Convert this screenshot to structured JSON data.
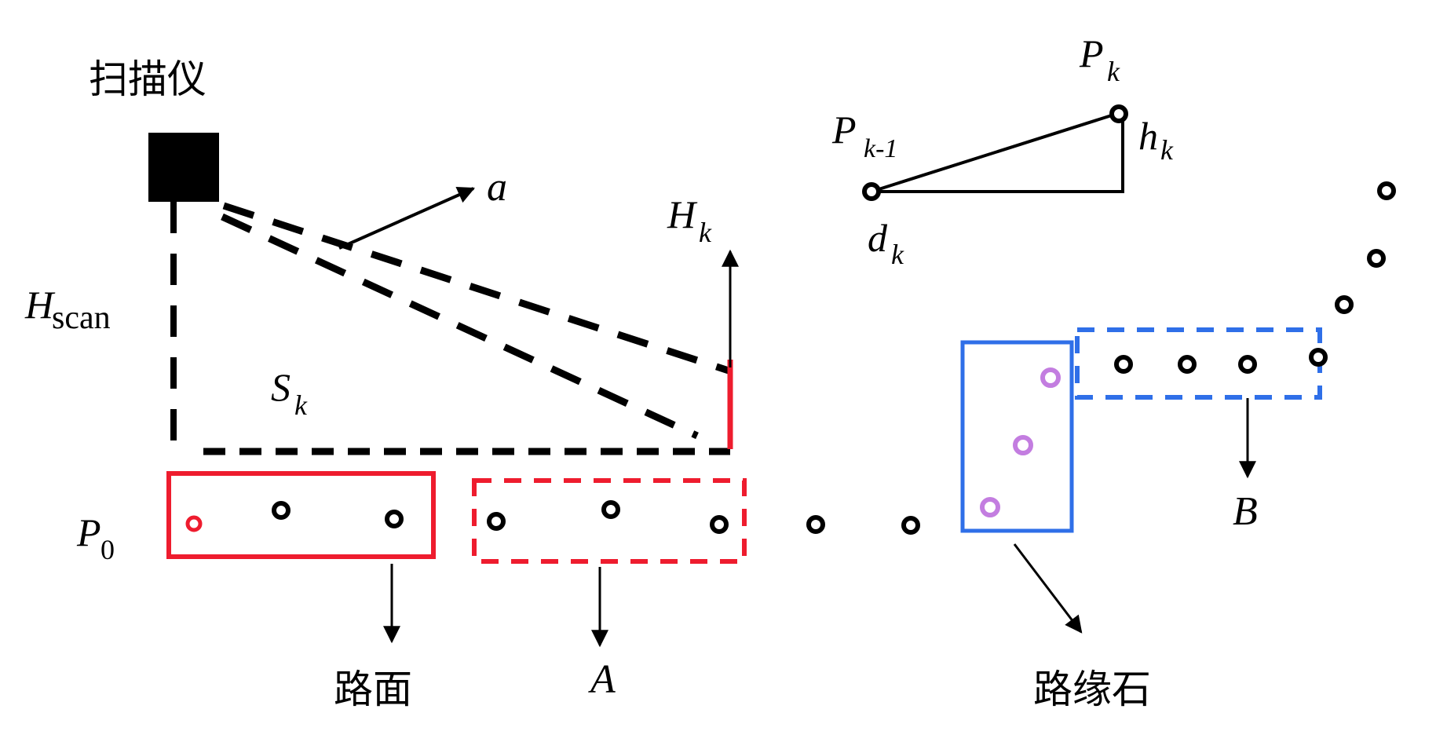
{
  "labels": {
    "scanner": "扫描仪",
    "a": "a",
    "H_main": "H",
    "H_k_sub": "k",
    "H_scan_main": "H",
    "H_scan_sub": "scan",
    "S_main": "S",
    "S_k_sub": "k",
    "P0_main": "P",
    "P0_sub": "0",
    "Pk_main": "P",
    "Pk_sub": "k",
    "Pk1_main": "P",
    "Pk1_sub": "k-1",
    "hk_main": "h",
    "hk_sub": "k",
    "dk_main": "d",
    "dk_sub": "k",
    "road_surface": "路面",
    "A": "A",
    "curb": "路缘石",
    "B": "B"
  },
  "colors": {
    "black": "#000000",
    "red": "#ee1c2e",
    "blue": "#2f6fe8",
    "purple": "#c37de0"
  }
}
